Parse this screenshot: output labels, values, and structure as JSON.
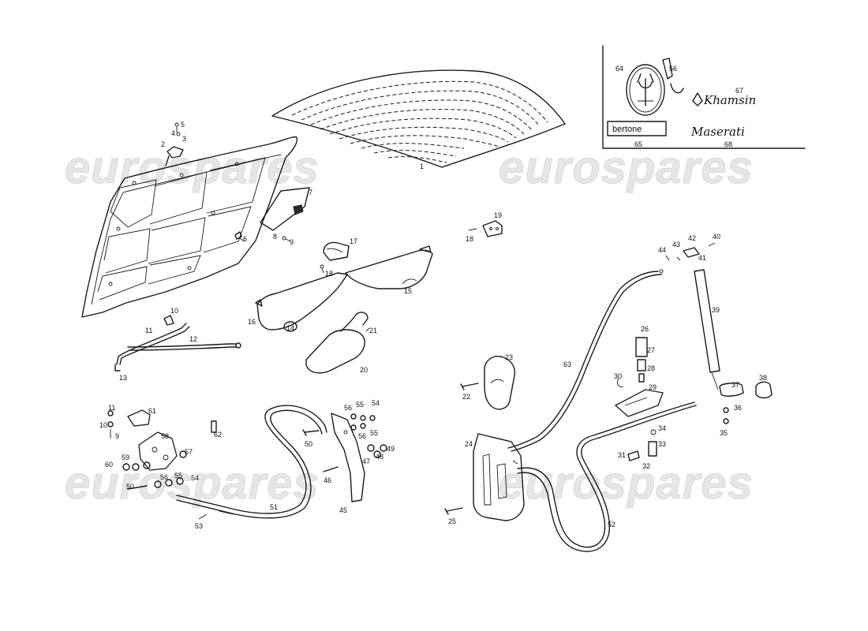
{
  "watermark": {
    "text": "eurospares",
    "color": "#e6e6e6"
  },
  "badges": {
    "bertone": "bertone",
    "khamsin": "Khamsin",
    "maserati": "Maserati"
  },
  "callouts": [
    {
      "id": "1",
      "label": "1"
    },
    {
      "id": "2",
      "label": "2"
    },
    {
      "id": "3",
      "label": "3"
    },
    {
      "id": "4",
      "label": "4"
    },
    {
      "id": "5",
      "label": "5"
    },
    {
      "id": "6",
      "label": "6"
    },
    {
      "id": "7",
      "label": "7"
    },
    {
      "id": "8",
      "label": "8"
    },
    {
      "id": "9a",
      "label": "9"
    },
    {
      "id": "10a",
      "label": "10"
    },
    {
      "id": "11a",
      "label": "11"
    },
    {
      "id": "12",
      "label": "12"
    },
    {
      "id": "13",
      "label": "13"
    },
    {
      "id": "14",
      "label": "14"
    },
    {
      "id": "15",
      "label": "15"
    },
    {
      "id": "16",
      "label": "16"
    },
    {
      "id": "17",
      "label": "17"
    },
    {
      "id": "18a",
      "label": "18"
    },
    {
      "id": "18b",
      "label": "18"
    },
    {
      "id": "19",
      "label": "19"
    },
    {
      "id": "20",
      "label": "20"
    },
    {
      "id": "21",
      "label": "21"
    },
    {
      "id": "22",
      "label": "22"
    },
    {
      "id": "23",
      "label": "23"
    },
    {
      "id": "24",
      "label": "24"
    },
    {
      "id": "25",
      "label": "25"
    },
    {
      "id": "26",
      "label": "26"
    },
    {
      "id": "27",
      "label": "27"
    },
    {
      "id": "28",
      "label": "28"
    },
    {
      "id": "29",
      "label": "29"
    },
    {
      "id": "30",
      "label": "30"
    },
    {
      "id": "31",
      "label": "31"
    },
    {
      "id": "32",
      "label": "32"
    },
    {
      "id": "33",
      "label": "33"
    },
    {
      "id": "34",
      "label": "34"
    },
    {
      "id": "35",
      "label": "35"
    },
    {
      "id": "36",
      "label": "36"
    },
    {
      "id": "37",
      "label": "37"
    },
    {
      "id": "38",
      "label": "38"
    },
    {
      "id": "39",
      "label": "39"
    },
    {
      "id": "40",
      "label": "40"
    },
    {
      "id": "41",
      "label": "41"
    },
    {
      "id": "42",
      "label": "42"
    },
    {
      "id": "43",
      "label": "43"
    },
    {
      "id": "44",
      "label": "44"
    },
    {
      "id": "45",
      "label": "45"
    },
    {
      "id": "46",
      "label": "46"
    },
    {
      "id": "47",
      "label": "47"
    },
    {
      "id": "48",
      "label": "48"
    },
    {
      "id": "49",
      "label": "49"
    },
    {
      "id": "50a",
      "label": "50"
    },
    {
      "id": "50b",
      "label": "50"
    },
    {
      "id": "51",
      "label": "51"
    },
    {
      "id": "52",
      "label": "52"
    },
    {
      "id": "53",
      "label": "53"
    },
    {
      "id": "54a",
      "label": "54"
    },
    {
      "id": "54b",
      "label": "54"
    },
    {
      "id": "55a",
      "label": "55"
    },
    {
      "id": "55b",
      "label": "55"
    },
    {
      "id": "55c",
      "label": "55"
    },
    {
      "id": "56a",
      "label": "56"
    },
    {
      "id": "56b",
      "label": "56"
    },
    {
      "id": "56c",
      "label": "56"
    },
    {
      "id": "56d",
      "label": "56"
    },
    {
      "id": "57",
      "label": "57"
    },
    {
      "id": "58",
      "label": "58"
    },
    {
      "id": "59",
      "label": "59"
    },
    {
      "id": "60",
      "label": "60"
    },
    {
      "id": "61",
      "label": "61"
    },
    {
      "id": "62",
      "label": "62"
    },
    {
      "id": "63",
      "label": "63"
    },
    {
      "id": "64",
      "label": "64"
    },
    {
      "id": "65",
      "label": "65"
    },
    {
      "id": "67",
      "label": "67"
    },
    {
      "id": "68",
      "label": "68"
    },
    {
      "id": "9b",
      "label": "9"
    },
    {
      "id": "10b",
      "label": "10"
    },
    {
      "id": "11b",
      "label": "11"
    }
  ]
}
